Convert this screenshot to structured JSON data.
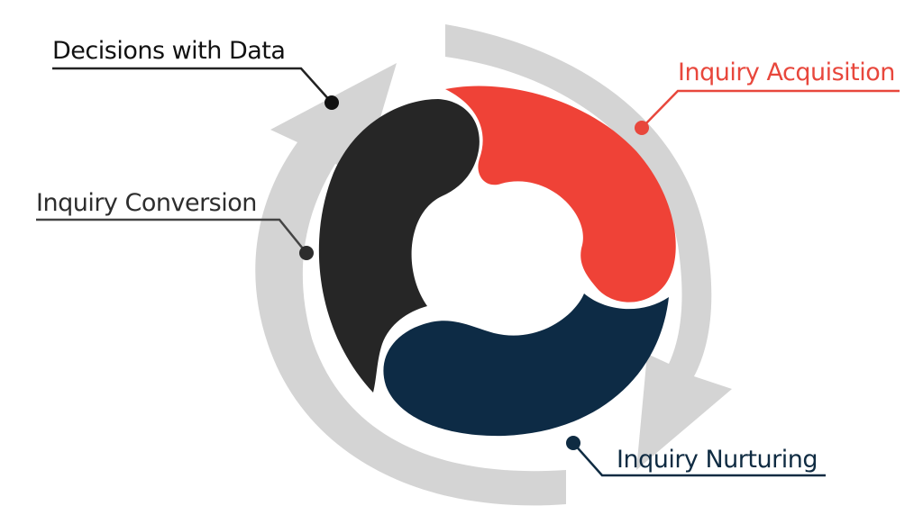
{
  "stages": [
    {
      "id": "decisions",
      "label": "Decisions with Data",
      "color": "#111111"
    },
    {
      "id": "acquisition",
      "label": "Inquiry Acquisition",
      "color": "#e8473c"
    },
    {
      "id": "nurturing",
      "label": "Inquiry Nurturing",
      "color": "#0f2b42"
    },
    {
      "id": "conversion",
      "label": "Inquiry Conversion",
      "color": "#2d2d2d"
    }
  ],
  "segment_colors": {
    "acquisition": "#ef4237",
    "nurturing": "#0d2b45",
    "conversion": "#262626",
    "cycle_arrows": "#d4d4d4",
    "connector": "#333333"
  }
}
